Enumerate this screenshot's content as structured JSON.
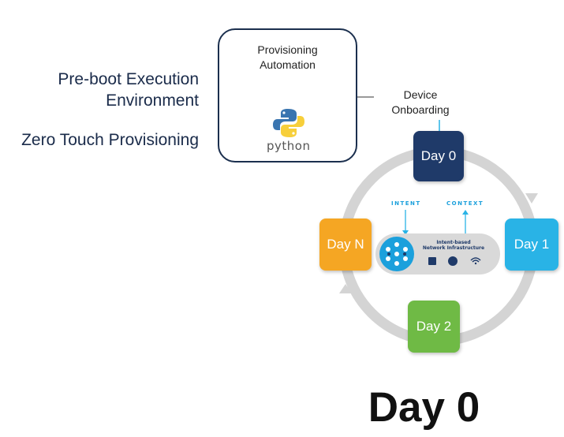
{
  "left_labels": {
    "pxe_line1": "Pre-boot Execution",
    "pxe_line2": "Environment",
    "ztp": "Zero Touch Provisioning"
  },
  "provisioning": {
    "title_line1": "Provisioning",
    "title_line2": "Automation",
    "logo_word": "python",
    "logo_icon": "python-logo-icon"
  },
  "onboarding": {
    "line1": "Device",
    "line2": "Onboarding"
  },
  "cycle": {
    "day0": "Day 0",
    "day1": "Day 1",
    "day2": "Day 2",
    "dayn": "Day N",
    "colors": {
      "day0": "#1f3a69",
      "day1": "#29b3e6",
      "day2": "#6fba45",
      "dayn": "#f5a623",
      "ring": "#cfcfcf"
    }
  },
  "center": {
    "intent": "INTENT",
    "context": "CONTEXT",
    "infra_line1": "Intent-based",
    "infra_line2": "Network Infrastructure",
    "icons": [
      "network-fabric-icon",
      "switch-icon",
      "router-icon",
      "wifi-icon"
    ]
  },
  "footer_title": "Day 0"
}
